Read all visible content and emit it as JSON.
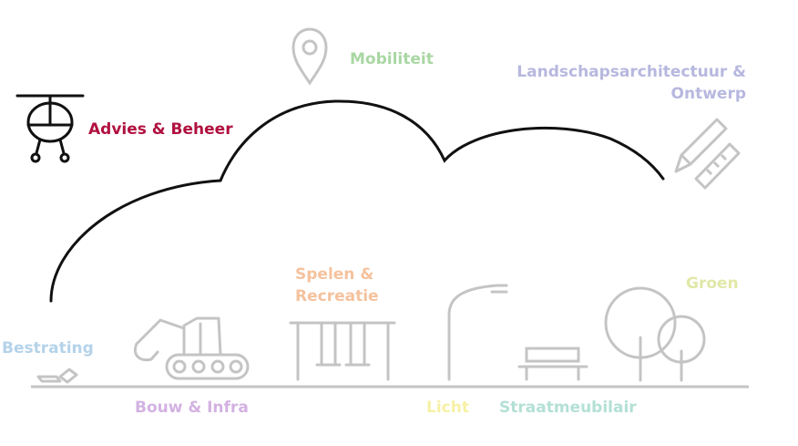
{
  "categories": {
    "advies": {
      "label": "Advies & Beheer",
      "color": "#b0103f",
      "icon": "drone-icon"
    },
    "mobiliteit": {
      "label": "Mobiliteit",
      "color": "#a9d7a3",
      "icon": "location-pin-icon"
    },
    "landschap": {
      "line1": "Landschapsarchitectuur &",
      "line2": "Ontwerp",
      "color": "#b7b8df",
      "icon": "pencil-ruler-icon"
    },
    "spelen": {
      "line1": "Spelen &",
      "line2": "Recreatie",
      "color": "#f5c29d",
      "icon": "swing-set-icon"
    },
    "groen": {
      "label": "Groen",
      "color": "#e2e8a7",
      "icon": "trees-icon"
    },
    "bestrating": {
      "label": "Bestrating",
      "color": "#b4d3ea",
      "icon": "paving-stones-icon"
    },
    "bouw": {
      "label": "Bouw & Infra",
      "color": "#d3b2e2",
      "icon": "excavator-icon"
    },
    "licht": {
      "label": "Licht",
      "color": "#f6f1a4",
      "icon": "street-lamp-icon"
    },
    "straatmeubilair": {
      "label": "Straatmeubilair",
      "color": "#b3e0d5",
      "icon": "bench-icon"
    }
  },
  "colors": {
    "outline": "#111111",
    "icon_gray": "#c4c4c4"
  }
}
